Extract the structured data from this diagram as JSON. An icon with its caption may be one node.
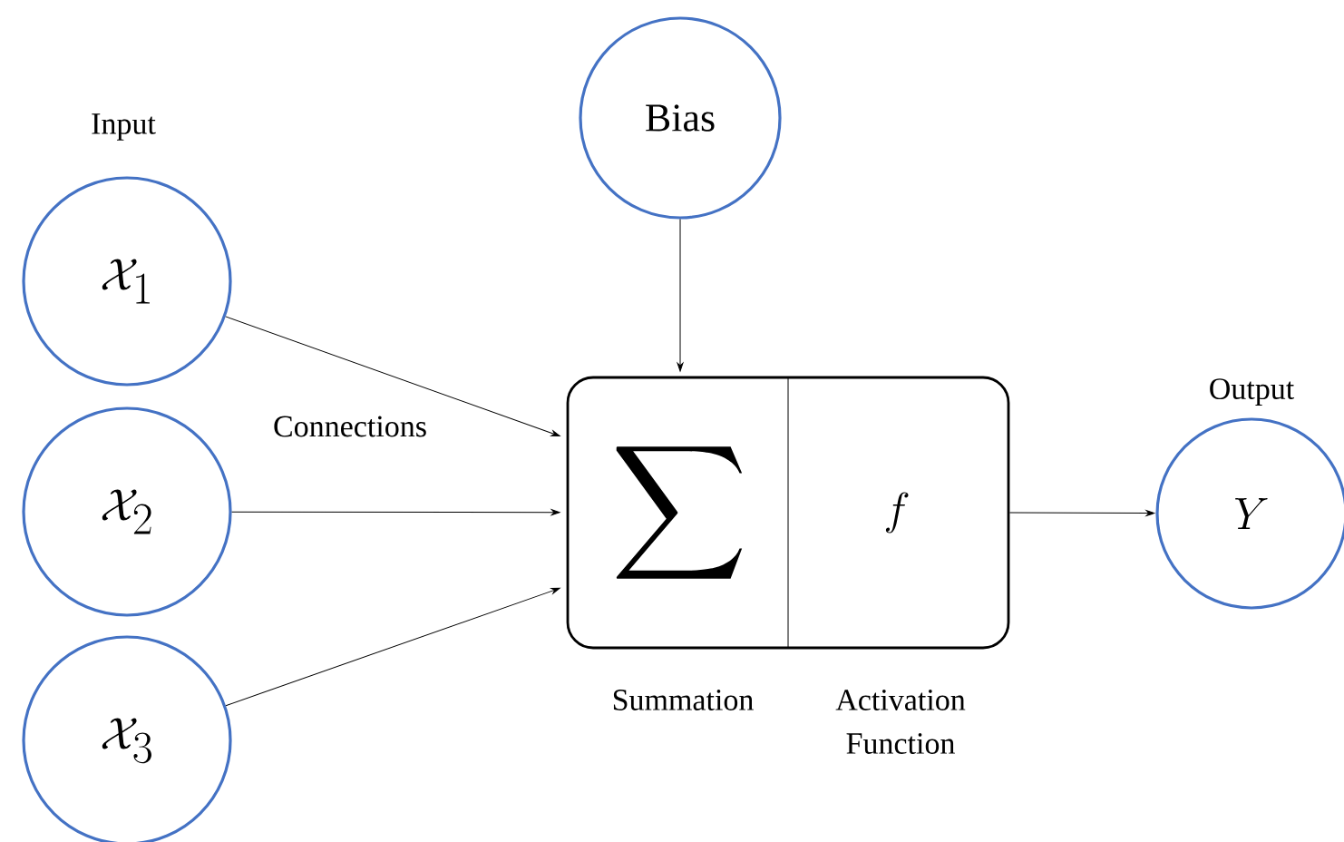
{
  "diagram": {
    "nodes": [
      {
        "text": [
          "\\mathcal{X}_1"
        ]
      },
      {
        "text": [
          "\\mathcal{X}_2"
        ]
      },
      {
        "text": [
          "\\mathcal{X}_3"
        ]
      },
      {
        "text": [
          "Bias"
        ]
      },
      {
        "text": [
          "\\sum",
          "f"
        ],
        "beside": [
          "Summation",
          "Activation Function"
        ]
      },
      {
        "text": [
          "Y"
        ],
        "beside": [
          "Output"
        ]
      }
    ],
    "edges": [
      {
        "from": 0,
        "to": 4,
        "arrow": "to"
      },
      {
        "from": 1,
        "to": 4,
        "arrow": "to"
      },
      {
        "from": 2,
        "to": 4,
        "arrow": "to"
      },
      {
        "from": 3,
        "to": 4,
        "arrow": "to"
      },
      {
        "from": 4,
        "to": 5,
        "arrow": "to"
      }
    ],
    "labels": [
      "Input",
      "Connections"
    ]
  }
}
